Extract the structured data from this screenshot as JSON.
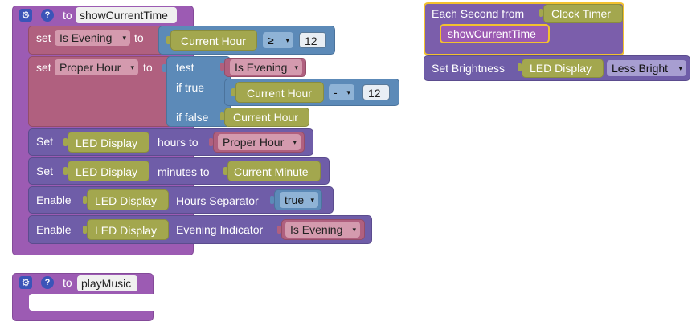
{
  "canvas_width": 866,
  "canvas_height": 416,
  "colors": {
    "procedure": "#9c5bb3",
    "variable_set": "#b0607f",
    "component": "#a3a74e",
    "math": "#5c8ab8",
    "method_call": "#6f5da8",
    "event_highlight": "#f2c12e"
  },
  "icons": {
    "gear": "gear-icon",
    "help": "help-icon",
    "dropdown": "dropdown-arrow-icon"
  },
  "arrow": "▾",
  "gear_glyph": "⚙",
  "help_glyph": "?",
  "show_current_time": {
    "to_label": "to",
    "proc_name": "showCurrentTime",
    "set1": {
      "set_label": "set",
      "var": "Is Evening",
      "to_label": "to",
      "operand": "Current Hour",
      "op": "≥",
      "value": "12"
    },
    "set2": {
      "set_label": "set",
      "var": "Proper Hour",
      "to_label": "to",
      "test_label": "test",
      "test_var": "Is Evening",
      "if_true_label": "if true",
      "true_operand": "Current Hour",
      "true_op": "-",
      "true_value": "12",
      "if_false_label": "if false",
      "false_value": "Current Hour"
    },
    "hours": {
      "action": "Set",
      "component": "LED Display",
      "prop": "hours to",
      "value": "Proper Hour"
    },
    "minutes": {
      "action": "Set",
      "component": "LED Display",
      "prop": "minutes to",
      "value": "Current Minute"
    },
    "separator": {
      "action": "Enable",
      "component": "LED Display",
      "prop": "Hours Separator",
      "value": "true"
    },
    "evening": {
      "action": "Enable",
      "component": "LED Display",
      "prop": "Evening Indicator",
      "value": "Is Evening"
    }
  },
  "play_music": {
    "to_label": "to",
    "proc_name": "playMusic"
  },
  "event": {
    "label": "Each Second from",
    "component": "Clock Timer",
    "call": "showCurrentTime"
  },
  "brightness": {
    "label": "Set Brightness",
    "component": "LED Display",
    "value": "Less Bright"
  }
}
